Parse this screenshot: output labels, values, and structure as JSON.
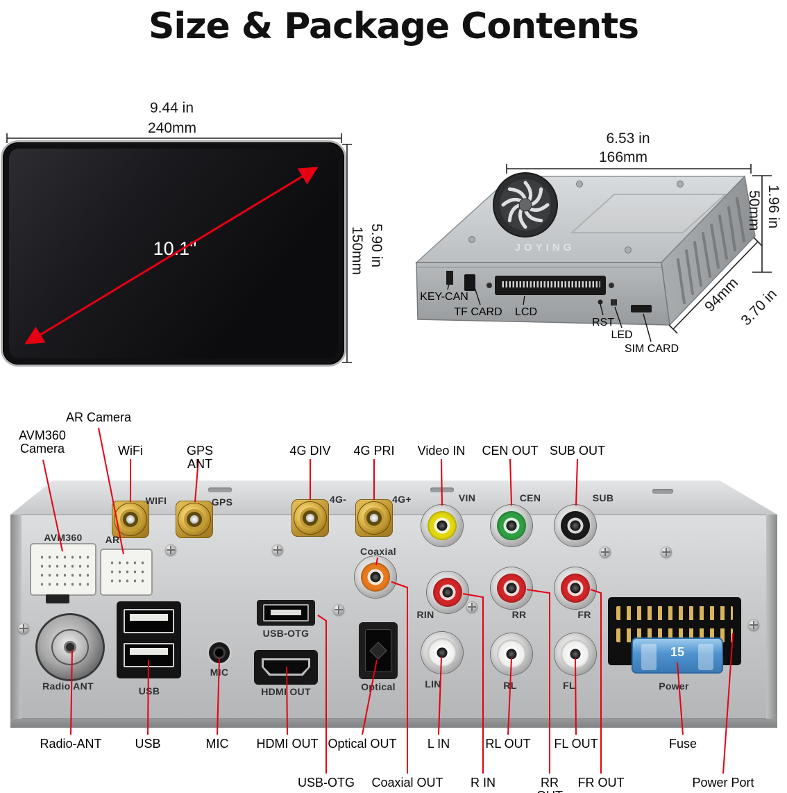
{
  "title": "Size & Package Contents",
  "screen": {
    "width_in": "9.44 in",
    "width_mm": "240mm",
    "height_in": "5.90 in",
    "height_mm": "150mm",
    "diagonal": "10.1''"
  },
  "unit": {
    "brand": "JOYING",
    "width_in": "6.53 in",
    "width_mm": "166mm",
    "height_in": "1.96 in",
    "height_mm": "50mm",
    "depth_mm": "94mm",
    "depth_in": "3.70 in",
    "callouts": {
      "key_can": "KEY-CAN",
      "tf_card": "TF CARD",
      "lcd": "LCD",
      "rst": "RST",
      "led": "LED",
      "sim_card": "SIM CARD"
    }
  },
  "rear": {
    "top_callouts": {
      "avm360_line1": "AVM360",
      "avm360_line2": "Camera",
      "ar": "AR Camera",
      "wifi": "WiFi",
      "gps": "GPS ANT",
      "g4_div": "4G DIV",
      "g4_pri": "4G PRI",
      "video_in": "Video IN",
      "cen_out": "CEN OUT",
      "sub_out": "SUB OUT"
    },
    "panel_labels": {
      "wifi": "WIFI",
      "gps": "GPS",
      "g4_minus": "4G-",
      "g4_plus": "4G+",
      "vin": "VIN",
      "cen": "CEN",
      "sub": "SUB",
      "avm360": "AVM360",
      "ar": "AR",
      "coaxial": "Coaxial",
      "usb_otg": "USB-OTG",
      "rin": "RIN",
      "rr": "RR",
      "fr": "FR",
      "radio_ant": "Radio ANT",
      "usb": "USB",
      "mic": "MIC",
      "hdmi_out": "HDMI OUT",
      "optical": "Optical",
      "lin": "LIN",
      "rl": "RL",
      "fl": "FL",
      "power": "Power"
    },
    "fuse_value": "15",
    "bottom_callouts": {
      "radio_ant": "Radio-ANT",
      "usb": "USB",
      "mic": "MIC",
      "hdmi_out": "HDMI OUT",
      "optical_out": "Optical OUT",
      "l_in": "L IN",
      "rl_out": "RL OUT",
      "fl_out": "FL OUT",
      "fuse": "Fuse",
      "usb_otg": "USB-OTG",
      "coaxial_out": "Coaxial OUT",
      "r_in": "R IN",
      "rr_out": "RR OUT",
      "fr_out": "FR OUT",
      "power_port": "Power Port"
    },
    "colors": {
      "pointer_red": "#e60012",
      "rca_yellow": "#e3d80e",
      "rca_green": "#2ea043",
      "rca_black": "#1b1b1b",
      "rca_orange": "#e87a1e",
      "rca_red": "#d22527",
      "rca_white": "#f2f2f0",
      "fuse_blue": "#4e92cf"
    }
  }
}
